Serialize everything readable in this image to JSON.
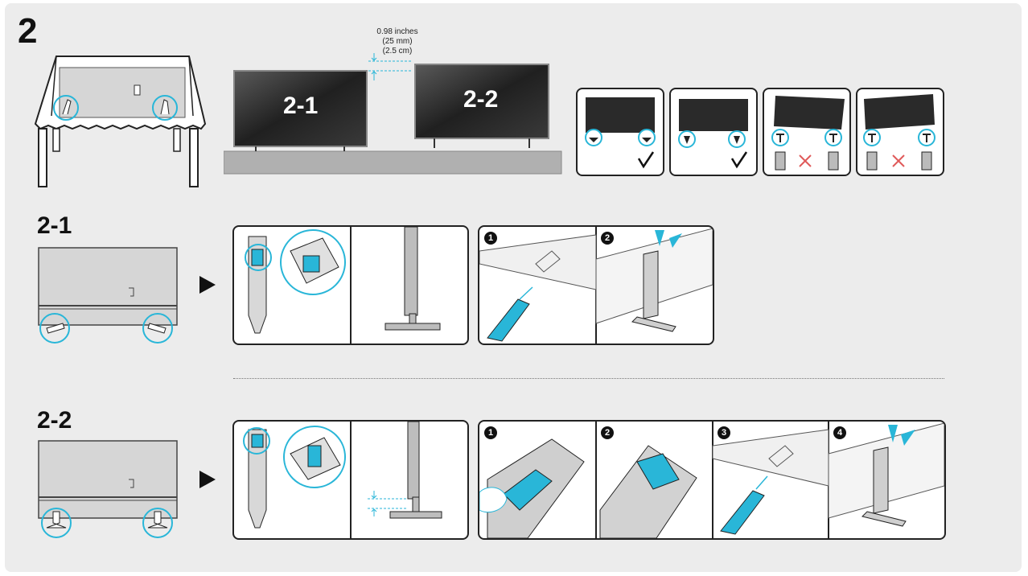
{
  "step_number": "2",
  "gap_note": {
    "inches": "0.98 inches",
    "mm": "(25 mm)",
    "cm": "(2.5 cm)"
  },
  "tv_labels": {
    "tv_2_1": "2-1",
    "tv_2_2": "2-2"
  },
  "sections": {
    "s2_1": {
      "title": "2-1",
      "badges": [
        "1",
        "2"
      ]
    },
    "s2_2": {
      "title": "2-2",
      "badges": [
        "1",
        "2",
        "3",
        "4"
      ]
    }
  },
  "checks": [
    "ok",
    "ok",
    "wrong",
    "wrong"
  ],
  "colors": {
    "accent": "#29b6d8",
    "line": "#222222",
    "panel_bg": "#ececec"
  }
}
